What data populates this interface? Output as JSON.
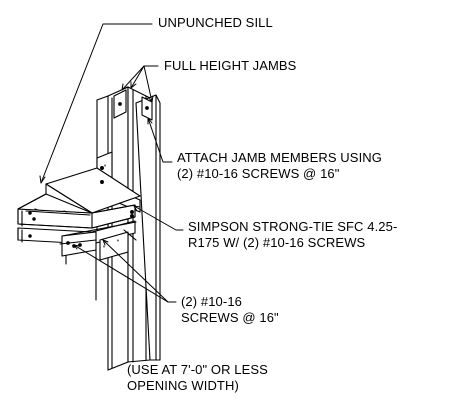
{
  "callouts": {
    "unpunched_sill": "UNPUNCHED SILL",
    "full_height_jambs": "FULL HEIGHT JAMBS",
    "attach_jamb": {
      "line1": "ATTACH JAMB MEMBERS USING",
      "line2": "(2) #10-16 SCREWS @ 16\""
    },
    "simpson": {
      "line1": "SIMPSON STRONG-TIE SFC 4.25-",
      "line2": "R175 W/ (2) #10-16 SCREWS"
    },
    "screws": {
      "line1": "(2) #10-16",
      "line2": "SCREWS @ 16\""
    }
  },
  "footnote": {
    "line1": "(USE AT 7'-0\" OR LESS",
    "line2": "OPENING WIDTH)"
  }
}
